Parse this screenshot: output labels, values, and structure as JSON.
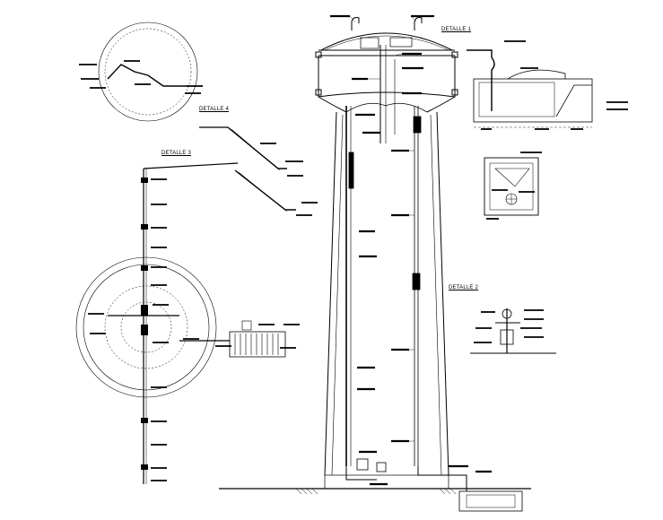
{
  "drawing": {
    "detail_labels": {
      "d1": "DETALLE 1",
      "d2": "DETALLE 2",
      "d3": "DETALLE 3",
      "d4": "DETALLE 4"
    },
    "line_color": "#000000",
    "background": "#ffffff"
  }
}
